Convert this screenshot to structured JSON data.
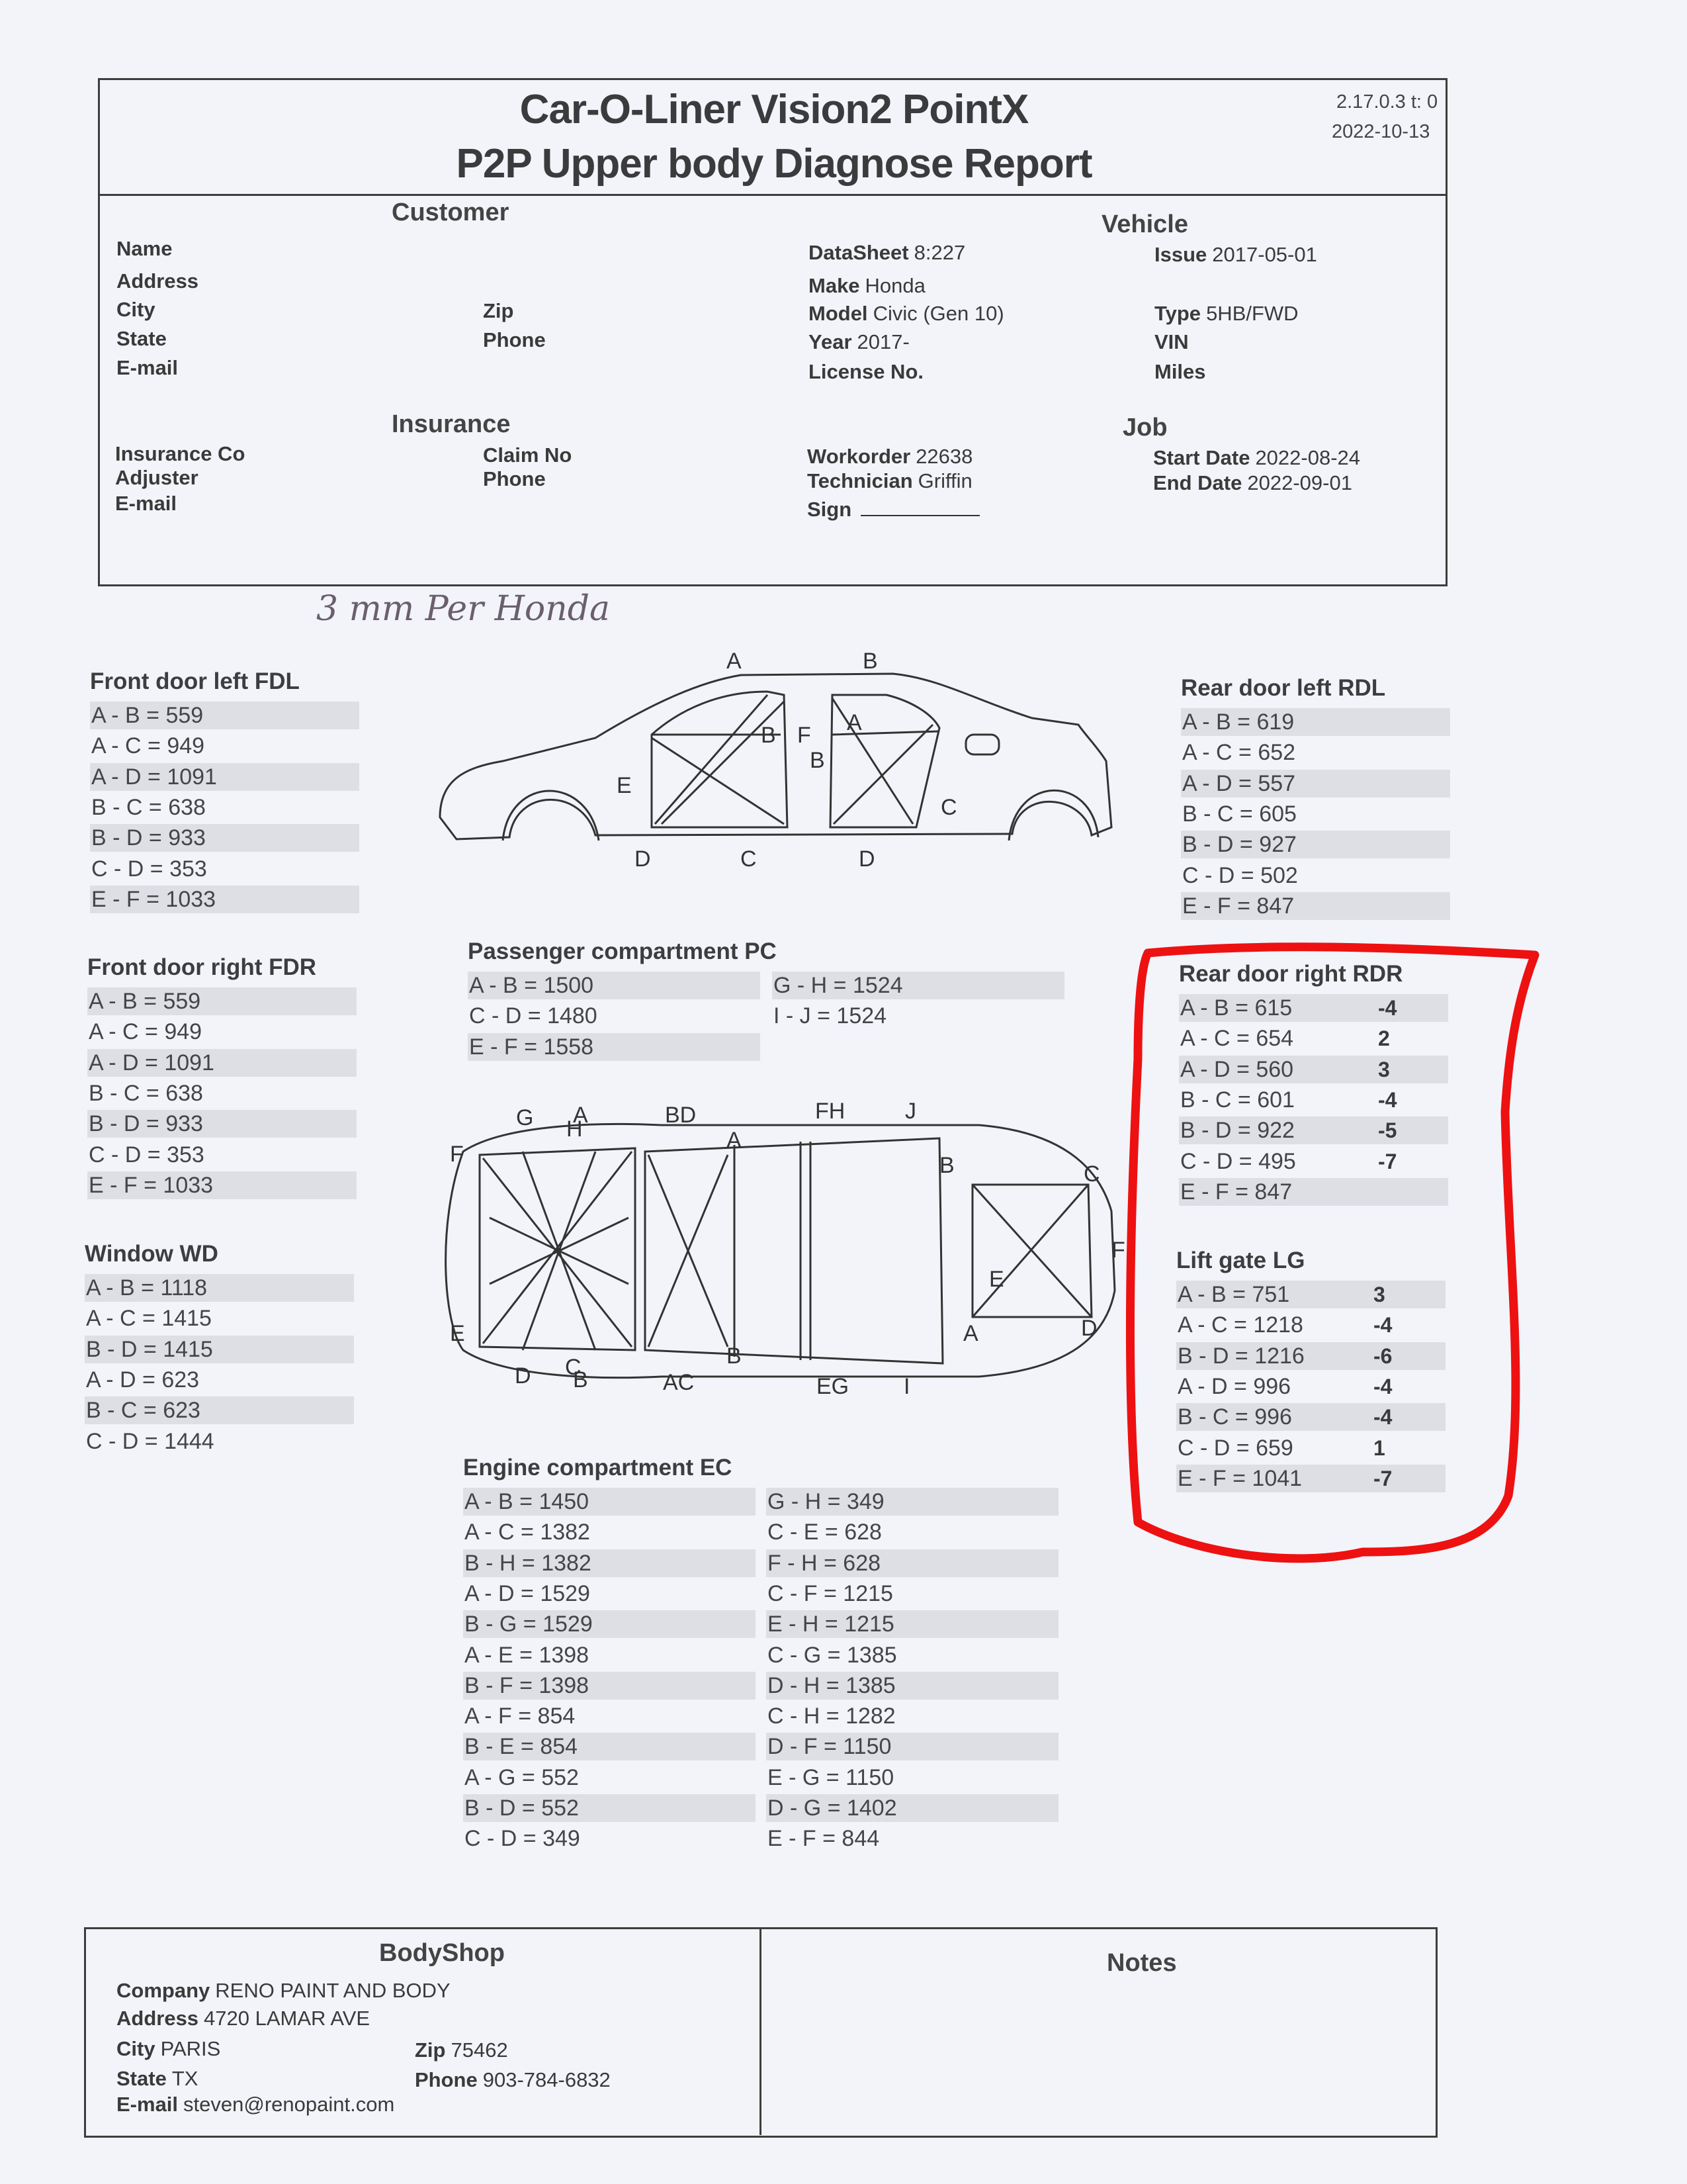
{
  "header": {
    "title_line1": "Car-O-Liner Vision2 PointX",
    "title_line2": "P2P Upper body Diagnose Report",
    "version": "2.17.0.3 t: 0",
    "date": "2022-10-13"
  },
  "customer": {
    "heading": "Customer",
    "name_label": "Name",
    "address_label": "Address",
    "city_label": "City",
    "state_label": "State",
    "email_label": "E-mail",
    "zip_label": "Zip",
    "phone_label": "Phone"
  },
  "vehicle": {
    "heading": "Vehicle",
    "datasheet_label": "DataSheet",
    "datasheet": "8:227",
    "make_label": "Make",
    "make": "Honda",
    "model_label": "Model",
    "model": "Civic (Gen 10)",
    "year_label": "Year",
    "year": "2017-",
    "license_label": "License No.",
    "issue_label": "Issue",
    "issue": "2017-05-01",
    "type_label": "Type",
    "type": "5HB/FWD",
    "vin_label": "VIN",
    "miles_label": "Miles"
  },
  "insurance": {
    "heading": "Insurance",
    "company_label": "Insurance Co",
    "adjuster_label": "Adjuster",
    "email_label": "E-mail",
    "claim_label": "Claim No",
    "phone_label": "Phone"
  },
  "job": {
    "heading": "Job",
    "workorder_label": "Workorder",
    "workorder": "22638",
    "technician_label": "Technician",
    "technician": "Griffin",
    "sign_label": "Sign",
    "start_label": "Start Date",
    "start": "2022-08-24",
    "end_label": "End Date",
    "end": "2022-09-01"
  },
  "handwritten_note": "3 mm Per Honda",
  "tables": {
    "fdl": {
      "title": "Front door left FDL",
      "rows": [
        "A - B = 559",
        "A - C = 949",
        "A - D = 1091",
        "B - C = 638",
        "B - D = 933",
        "C - D = 353",
        "E - F = 1033"
      ]
    },
    "fdr": {
      "title": "Front door right FDR",
      "rows": [
        "A - B = 559",
        "A - C = 949",
        "A - D = 1091",
        "B - C = 638",
        "B - D = 933",
        "C - D = 353",
        "E - F = 1033"
      ]
    },
    "wd": {
      "title": "Window WD",
      "rows": [
        "A - B = 1118",
        "A - C = 1415",
        "B - D = 1415",
        "A - D = 623",
        "B - C = 623",
        "C - D = 1444"
      ]
    },
    "rdl": {
      "title": "Rear door left RDL",
      "rows": [
        "A - B = 619",
        "A - C = 652",
        "A - D = 557",
        "B - C = 605",
        "B - D = 927",
        "C - D = 502",
        "E - F = 847"
      ]
    },
    "rdr": {
      "title": "Rear door right RDR",
      "rows": [
        "A - B = 615",
        "A - C = 654",
        "A - D = 560",
        "B - C = 601",
        "B - D = 922",
        "C - D = 495",
        "E - F = 847"
      ],
      "deltas": [
        "-4",
        "2",
        "3",
        "-4",
        "-5",
        "-7",
        ""
      ]
    },
    "lg": {
      "title": "Lift gate LG",
      "rows": [
        "A - B = 751",
        "A - C = 1218",
        "B - D = 1216",
        "A - D = 996",
        "B - C = 996",
        "C - D = 659",
        "E - F = 1041"
      ],
      "deltas": [
        "3",
        "-4",
        "-6",
        "-4",
        "-4",
        "1",
        "-7"
      ]
    },
    "pc": {
      "title": "Passenger compartment PC",
      "col1": [
        "A - B = 1500",
        "C - D = 1480",
        "E - F = 1558"
      ],
      "col2": [
        "G - H = 1524",
        "I - J = 1524"
      ]
    },
    "ec": {
      "title": "Engine compartment EC",
      "col1": [
        "A - B = 1450",
        "A - C = 1382",
        "B - H = 1382",
        "A - D = 1529",
        "B - G = 1529",
        "A - E = 1398",
        "B - F = 1398",
        "A - F = 854",
        "B - E = 854",
        "A - G = 552",
        "B - D = 552",
        "C - D = 349"
      ],
      "col2": [
        "G - H = 349",
        "C - E = 628",
        "F - H = 628",
        "C - F = 1215",
        "E - H = 1215",
        "C - G = 1385",
        "D - H = 1385",
        "C - H = 1282",
        "D - F = 1150",
        "E - G = 1150",
        "D - G = 1402",
        "E - F = 844"
      ]
    }
  },
  "side_view_labels": [
    "A",
    "B",
    "B",
    "F",
    "A",
    "B",
    "E",
    "C",
    "D",
    "C",
    "D"
  ],
  "top_view_labels": [
    "G",
    "A",
    "H",
    "BD",
    "FH",
    "J",
    "F",
    "A",
    "B",
    "C",
    "F",
    "E",
    "E",
    "A",
    "D",
    "B",
    "C",
    "D",
    "B",
    "AC",
    "EG",
    "I"
  ],
  "bodyshop": {
    "heading": "BodyShop",
    "company_label": "Company",
    "company": "RENO PAINT AND BODY",
    "address_label": "Address",
    "address": "4720 LAMAR AVE",
    "city_label": "City",
    "city": "PARIS",
    "zip_label": "Zip",
    "zip": "75462",
    "state_label": "State",
    "state": "TX",
    "phone_label": "Phone",
    "phone": "903-784-6832",
    "email_label": "E-mail",
    "email": "steven@renopaint.com"
  },
  "notes": {
    "heading": "Notes"
  },
  "colors": {
    "highlight_outline": "#ee1111",
    "row_shade": "#dedfe5",
    "paper": "#f2f4fa"
  }
}
